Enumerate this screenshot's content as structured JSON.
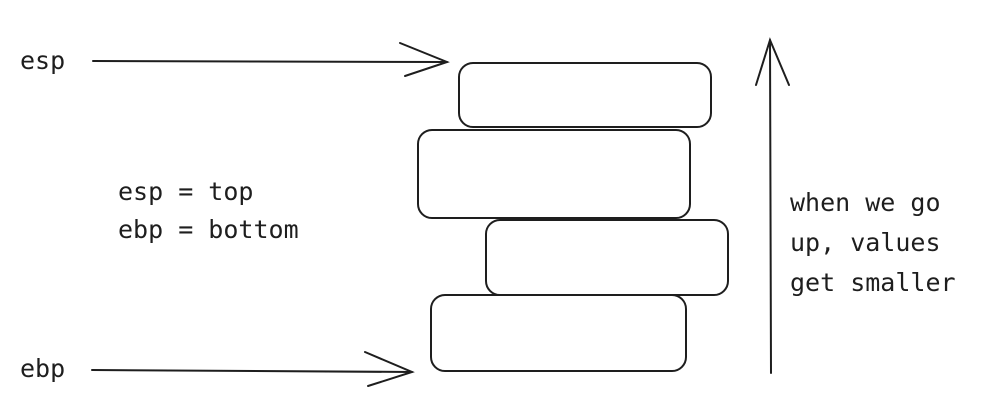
{
  "labels": {
    "esp": "esp",
    "ebp": "ebp",
    "legend_line1": "esp = top",
    "legend_line2": "ebp = bottom",
    "note_line1": "when we go",
    "note_line2": "up, values",
    "note_line3": "get smaller"
  },
  "stroke_color": "#1e1e1e"
}
